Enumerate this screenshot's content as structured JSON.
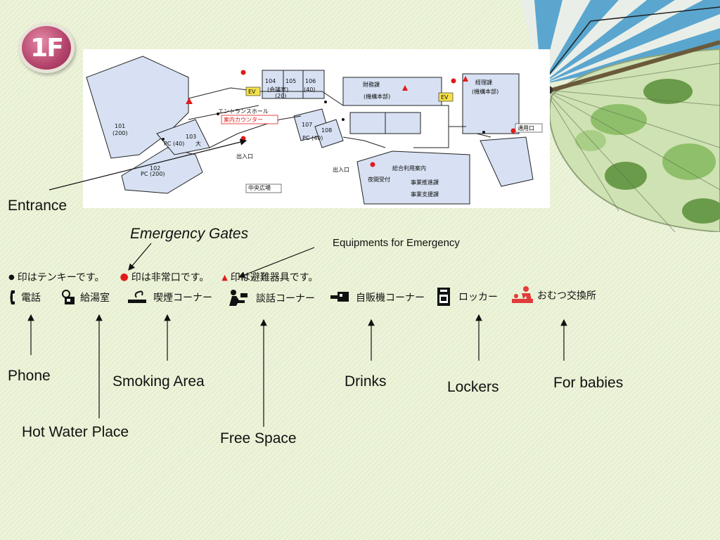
{
  "floor_badge": "1F",
  "map": {
    "rooms": [
      {
        "id": "101",
        "sub": "(200)"
      },
      {
        "id": "102",
        "sub": "PC (200)"
      },
      {
        "id": "103",
        "sub": "PC (40)"
      },
      {
        "id": "104",
        "sub": "(会議室)"
      },
      {
        "id": "105",
        "sub": "(20)"
      },
      {
        "id": "106",
        "sub": "(40)"
      },
      {
        "id": "107",
        "sub": ""
      },
      {
        "id": "108",
        "sub": "PC (40)"
      }
    ],
    "labels": {
      "entrance_hall": "エントランスホール",
      "info_counter": "案内カウンター",
      "exit_left": "出入口",
      "exit_right": "出入口",
      "central_plaza": "中央広場",
      "finance": "財務課",
      "finance_sub": "(機構本部)",
      "accounting": "経理課",
      "accounting_sub": "(機構本部)",
      "passage": "通用口",
      "general_info": "総合利用案内",
      "night_reception": "夜間受付",
      "promotion": "事業推進課",
      "support": "事業支援課",
      "ev": "EV",
      "big": "大"
    }
  },
  "annotations": {
    "entrance": "Entrance",
    "emergency_gates": "Emergency Gates",
    "equipment": "Equipments for Emergency"
  },
  "legend_jp": {
    "telephone_mark": "印はテンキーです。",
    "exit_mark": "印は非常口です。",
    "equipment_mark": "印は避難器具です。"
  },
  "facilities": [
    {
      "jp": "電話",
      "en": "Phone",
      "icon": "phone-icon"
    },
    {
      "jp": "給湯室",
      "en": "Hot Water Place",
      "icon": "hot-water-icon"
    },
    {
      "jp": "喫煙コーナー",
      "en": "Smoking Area",
      "icon": "cigarette-icon"
    },
    {
      "jp": "談話コーナー",
      "en": "Free Space",
      "icon": "free-space-icon"
    },
    {
      "jp": "自販機コーナー",
      "en": "Drinks",
      "icon": "vending-machine-icon"
    },
    {
      "jp": "ロッカー",
      "en": "Lockers",
      "icon": "locker-icon"
    },
    {
      "jp": "おむつ交換所",
      "en": "For babies",
      "icon": "diaper-change-icon"
    }
  ],
  "colors": {
    "background": "#e6efcf",
    "badge": "#b4436b",
    "room_fill": "#d7e1f3",
    "exit_red": "#e11b1b",
    "ev_yellow": "#f4e04a"
  }
}
